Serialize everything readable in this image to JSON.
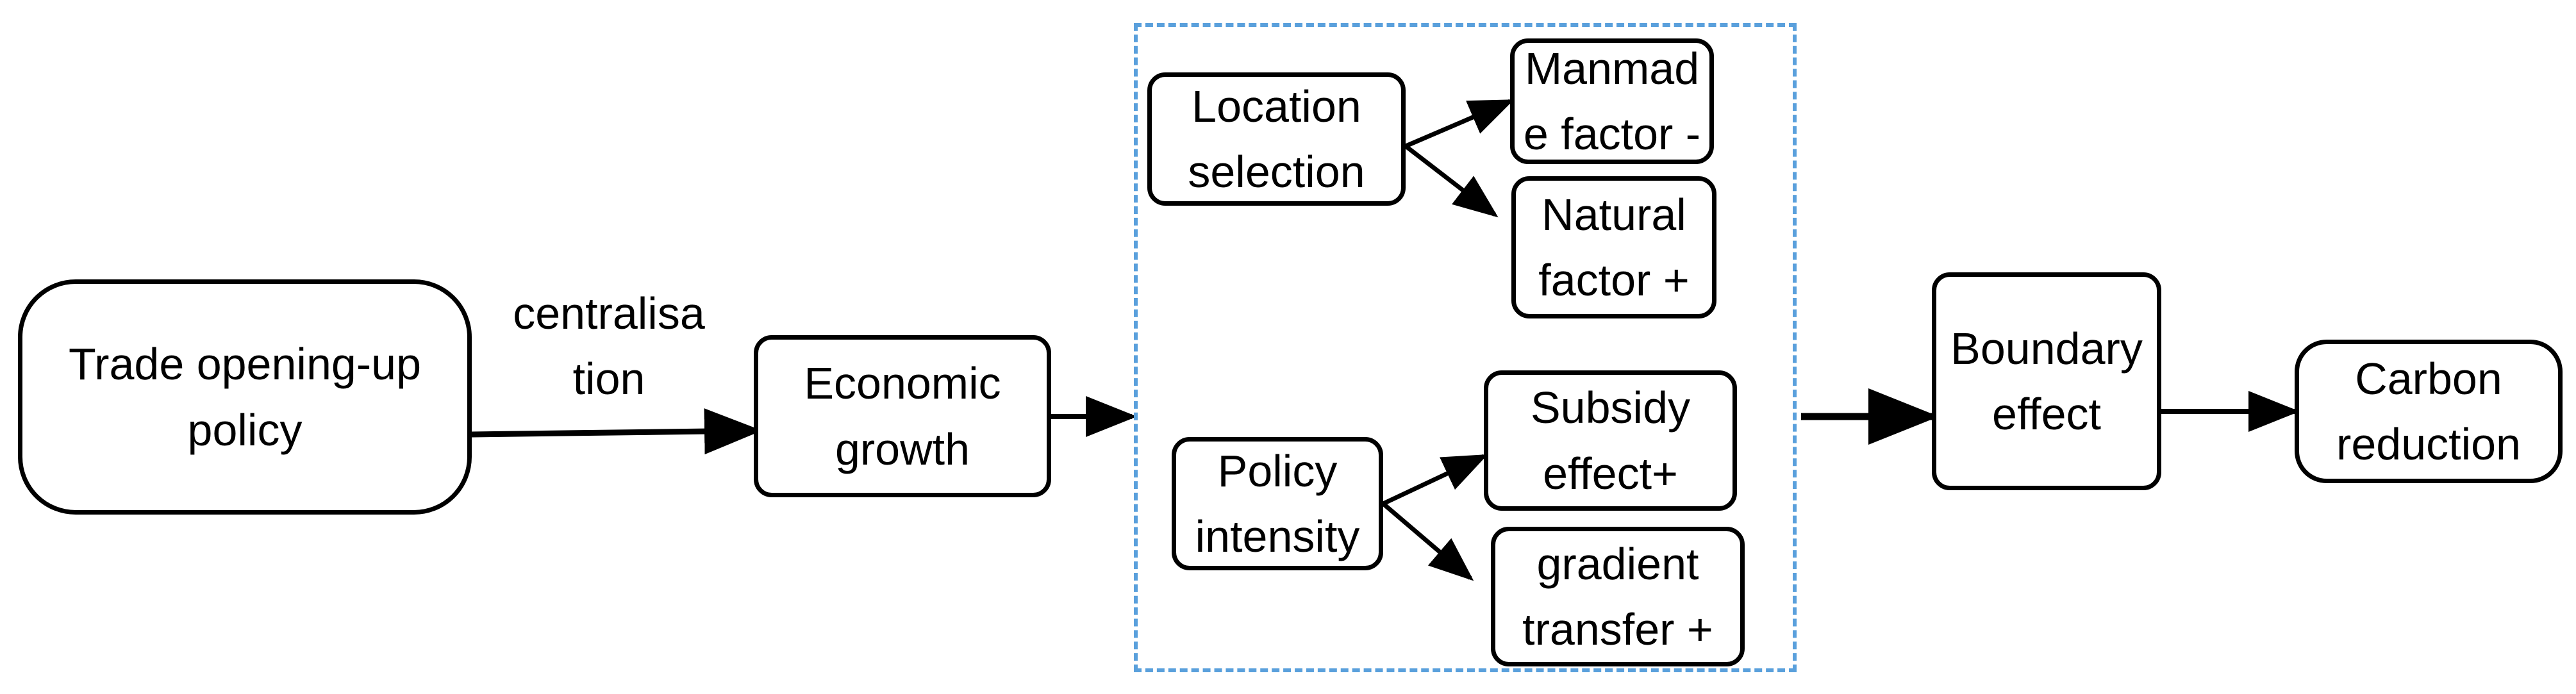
{
  "nodes": {
    "trade_policy": "Trade opening-up\npolicy",
    "economic_growth": "Economic\ngrowth",
    "location_selection": "Location\nselection",
    "manmade_factor": "Manmad\ne factor -",
    "natural_factor": "Natural\nfactor +",
    "policy_intensity": "Policy\nintensity",
    "subsidy_effect": "Subsidy\neffect+",
    "gradient_transfer": "gradient\ntransfer +",
    "boundary_effect": "Boundary\neffect",
    "carbon_reduction": "Carbon\nreduction"
  },
  "edge_labels": {
    "centralisation": "centralisa\ntion"
  },
  "colors": {
    "stroke": "#000000",
    "group_border": "#5aa0dc",
    "background": "#ffffff"
  }
}
